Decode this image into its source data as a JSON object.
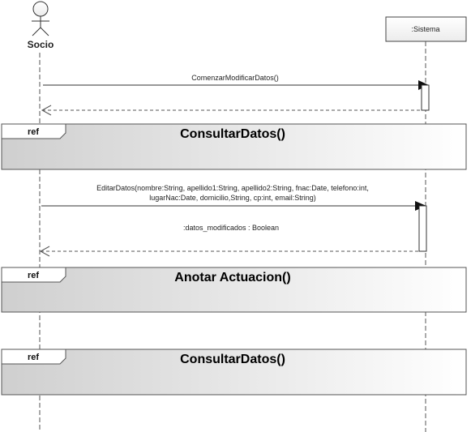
{
  "actors": {
    "socio": {
      "name": "Socio"
    },
    "sistema": {
      "name": ":Sistema"
    }
  },
  "messages": {
    "m1": {
      "label": "ComenzarModificarDatos()"
    },
    "m2_line1": "EditarDatos(nombre:String, apellido1:String, apellido2:String, fnac:Date, telefono:int,",
    "m2_line2": "lugarNac:Date, domicilio,String, cp:int, email:String)",
    "r2": {
      "label": ":datos_modificados : Boolean"
    }
  },
  "frames": [
    {
      "tag": "ref",
      "title": "ConsultarDatos()"
    },
    {
      "tag": "ref",
      "title": "Anotar Actuacion()"
    },
    {
      "tag": "ref",
      "title": "ConsultarDatos()"
    }
  ]
}
